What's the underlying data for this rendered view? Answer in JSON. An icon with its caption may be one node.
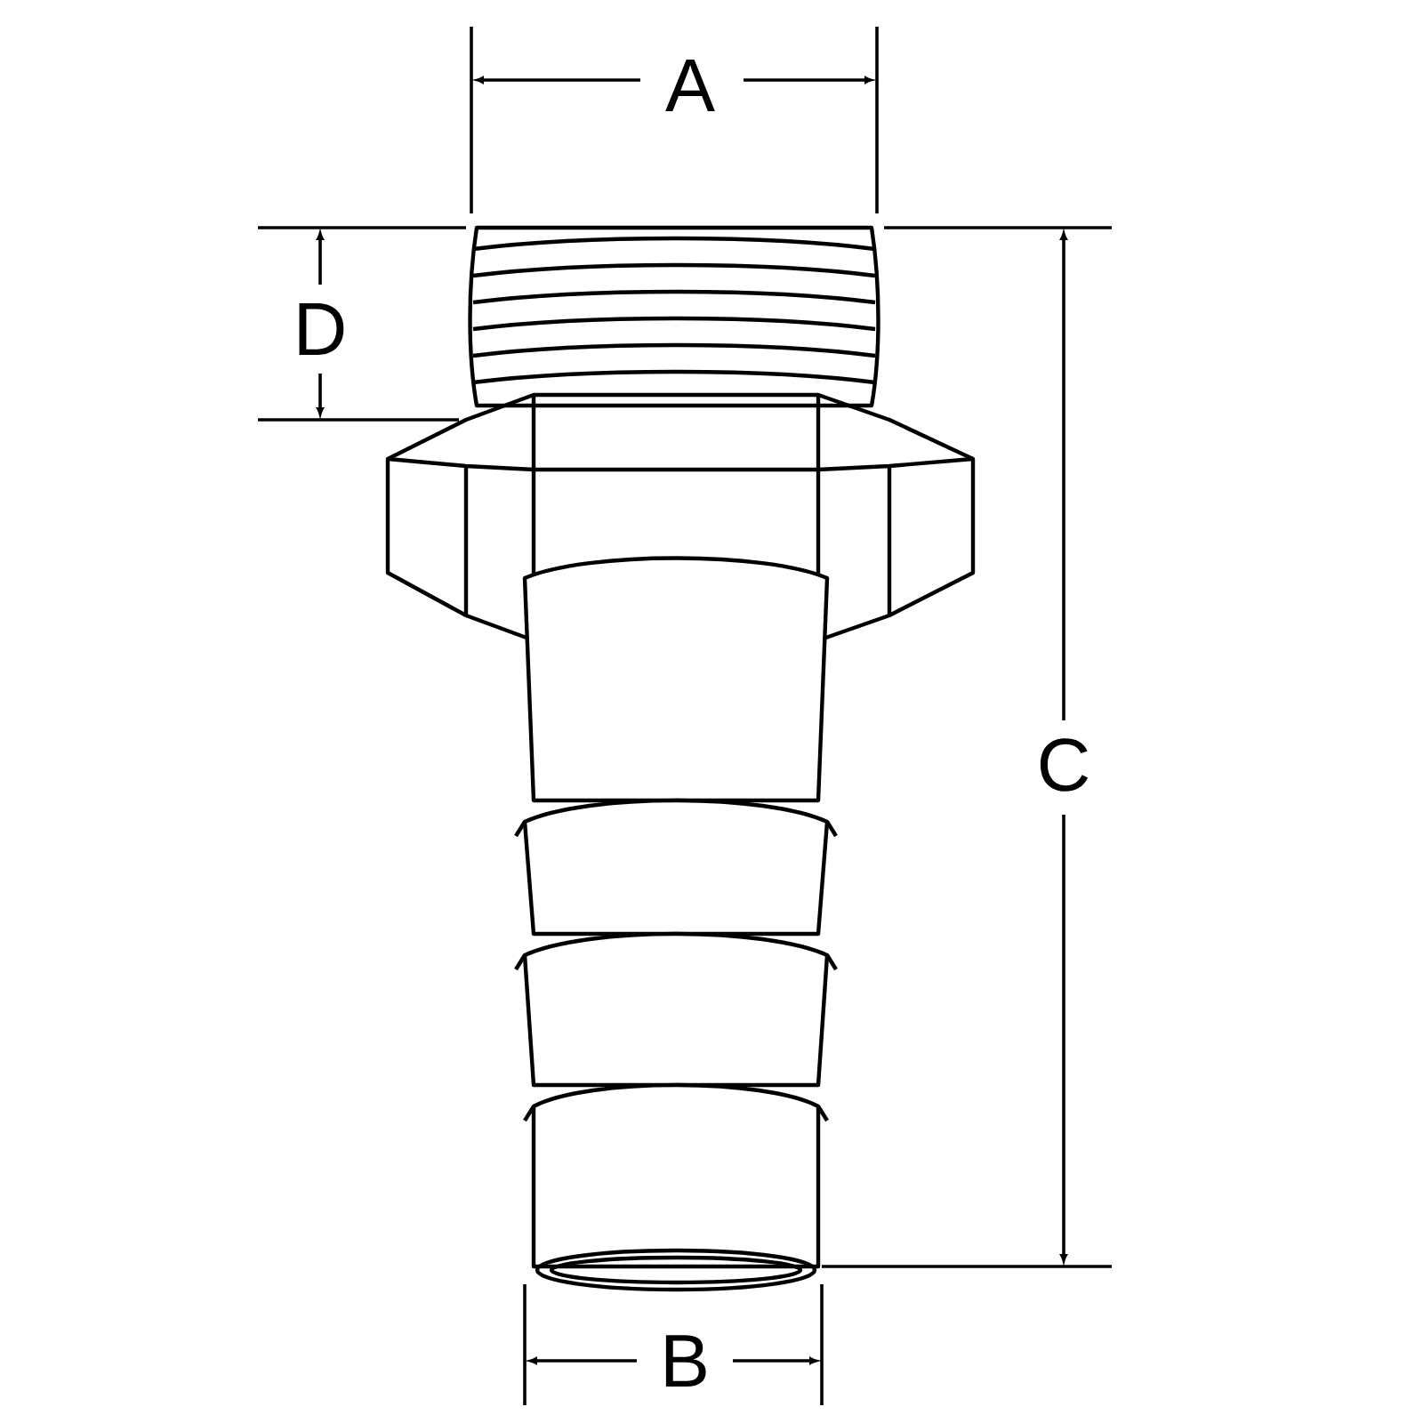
{
  "diagram": {
    "labels": [
      "A",
      "D",
      "C",
      "B"
    ]
  }
}
